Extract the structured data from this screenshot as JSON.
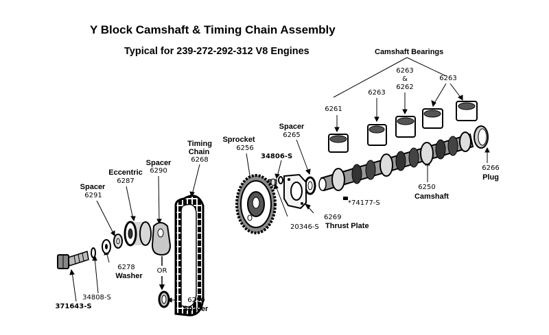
{
  "title": "Y Block Camshaft & Timing Chain Assembly",
  "subtitle": "Typical for 239-272-292-312 V8 Engines",
  "colors": {
    "ink": "#000000",
    "paper": "#ffffff",
    "shade": "#666666",
    "light": "#d0d0d0"
  },
  "labels": {
    "camshaft_bearings": "Camshaft Bearings",
    "bearing_6261": "6261",
    "bearing_6263_a": "6263",
    "bearing_6263_b": "6263",
    "bearing_6263_c_top": "6263",
    "bearing_6263_c_amp": "&",
    "bearing_6262": "6262",
    "plug_num": "6266",
    "plug_name": "Plug",
    "camshaft_num": "6250",
    "camshaft_name": "Camshaft",
    "key_num": "*74177-S",
    "spacer_6265_name": "Spacer",
    "spacer_6265_num": "6265",
    "thrust_plate_num": "6269",
    "thrust_plate_name": "Thrust Plate",
    "bolt_20346": "20346-S",
    "bolt_34806": "34806-S",
    "sprocket_name": "Sprocket",
    "sprocket_num": "6256",
    "timing_chain_name_1": "Timing",
    "timing_chain_name_2": "Chain",
    "timing_chain_num": "6268",
    "spacer_6290_name": "Spacer",
    "spacer_6290_num": "6290",
    "eccentric_name": "Eccentric",
    "eccentric_num": "6287",
    "spacer_6291_name": "Spacer",
    "spacer_6291_num": "6291",
    "washer_num": "6278",
    "washer_name": "Washer",
    "washer_34808": "34808-S",
    "bolt_371643": "371643-S",
    "or_text": "OR",
    "spacer_6290b_num": "6290",
    "spacer_6290b_name": "Spacer"
  }
}
